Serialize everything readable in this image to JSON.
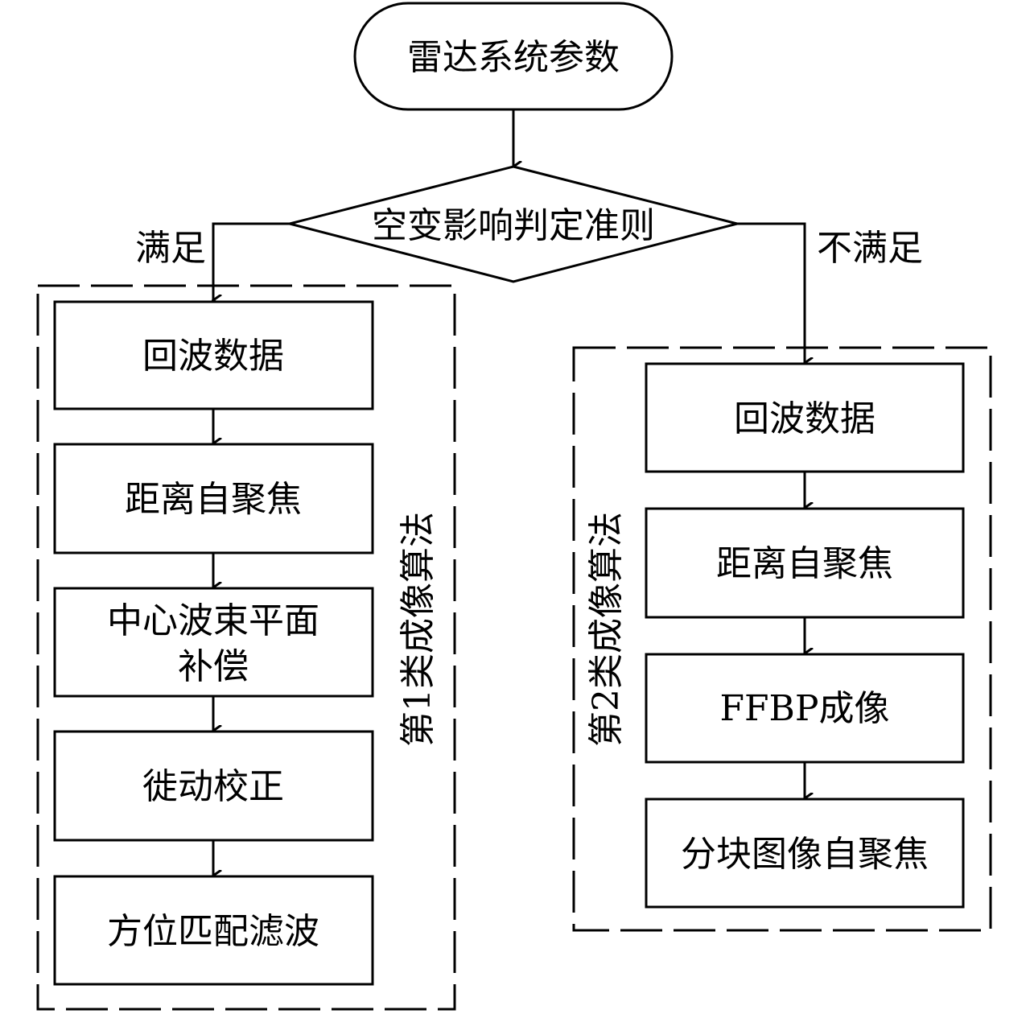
{
  "start": {
    "label": "雷达系统参数"
  },
  "decision": {
    "label": "空变影响判定准则"
  },
  "branches": {
    "yes_label": "满足",
    "no_label": "不满足"
  },
  "group1": {
    "title": "第1类成像算法",
    "steps": [
      {
        "lines": [
          "回波数据"
        ]
      },
      {
        "lines": [
          "距离自聚焦"
        ]
      },
      {
        "lines": [
          "中心波束平面",
          "补偿"
        ]
      },
      {
        "lines": [
          "徙动校正"
        ]
      },
      {
        "lines": [
          "方位匹配滤波"
        ]
      }
    ]
  },
  "group2": {
    "title": "第2类成像算法",
    "steps": [
      {
        "lines": [
          "回波数据"
        ]
      },
      {
        "lines": [
          "距离自聚焦"
        ]
      },
      {
        "lines": [
          "FFBP成像"
        ]
      },
      {
        "lines": [
          "分块图像自聚焦"
        ]
      }
    ]
  },
  "colors": {
    "stroke": "#000000",
    "background": "#ffffff"
  }
}
